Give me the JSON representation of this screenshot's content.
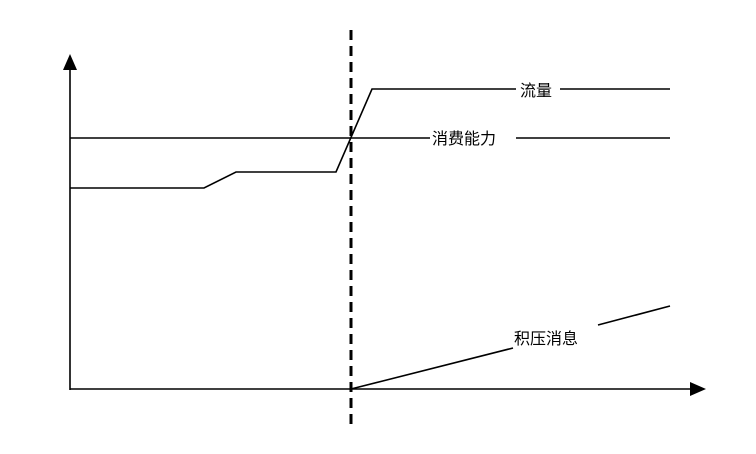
{
  "labels": {
    "traffic": "流量",
    "consume_capacity": "消费能力",
    "backlog": "积压消息"
  },
  "colors": {
    "stroke": "#000000",
    "background": "#ffffff"
  }
}
